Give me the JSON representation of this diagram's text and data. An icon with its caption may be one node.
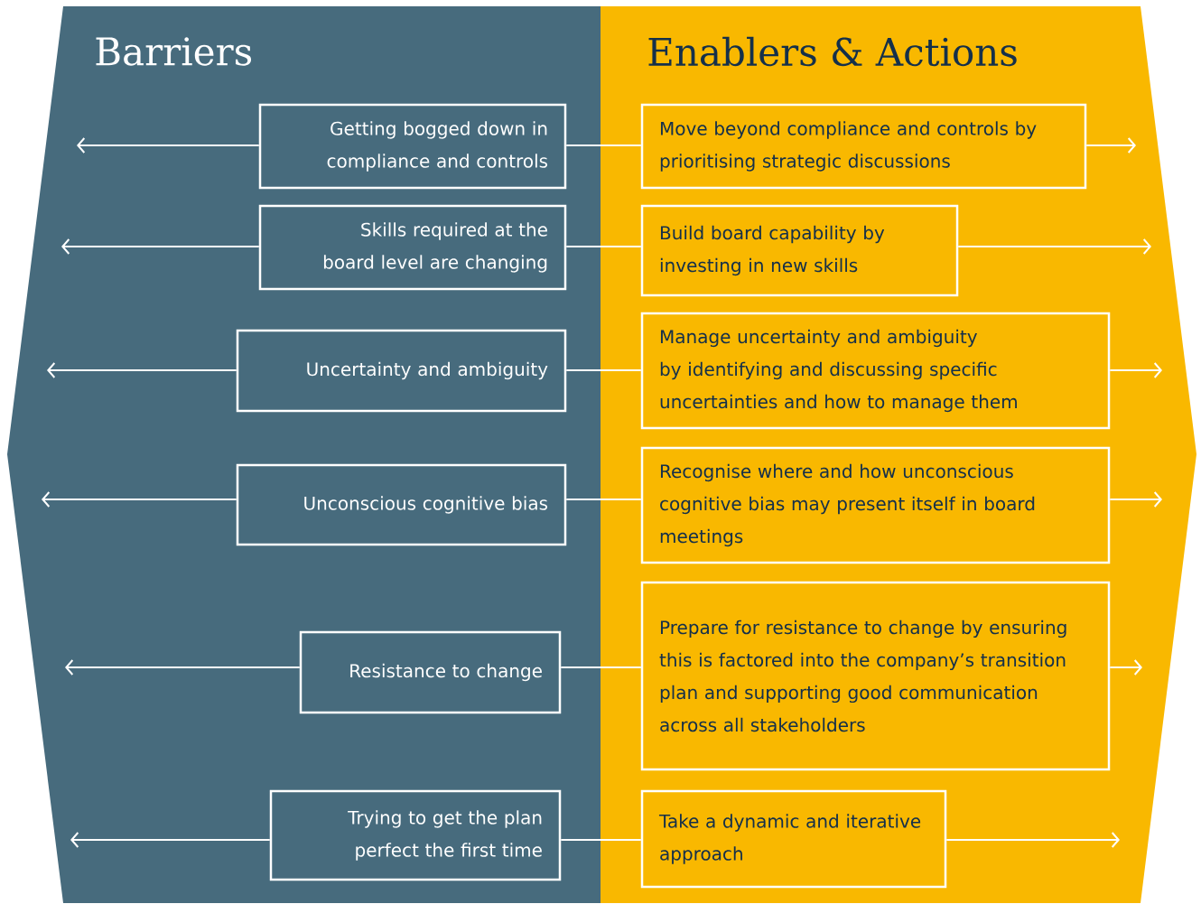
{
  "diagram": {
    "nodes": [
      {
        "text": [
          "Barriers"
        ]
      },
      {
        "text": [
          "Enablers & Actions"
        ]
      },
      {
        "text": [
          "Getting bogged down in compliance and controls"
        ],
        "in": 0
      },
      {
        "text": [
          "Move beyond compliance and controls by prioritising strategic discussions"
        ],
        "in": 1
      },
      {
        "text": [
          "Skills required at the board level are changing"
        ],
        "in": 0
      },
      {
        "text": [
          "Build board capability by investing in new skills"
        ],
        "in": 1
      },
      {
        "text": [
          "Uncertainty and ambiguity"
        ],
        "in": 0
      },
      {
        "text": [
          "Manage uncertainty and ambiguity by identifying and discussing specific uncertainties and how to manage them"
        ],
        "in": 1
      },
      {
        "text": [
          "Unconscious cognitive bias"
        ],
        "in": 0
      },
      {
        "text": [
          "Recognise where and how unconscious cognitive bias may present itself in board meetings"
        ],
        "in": 1
      },
      {
        "text": [
          "Resistance to change"
        ],
        "in": 0
      },
      {
        "text": [
          "Prepare for resistance to change by ensuring this is factored into the company’s transition plan and supporting good communication across all stakeholders"
        ],
        "in": 1
      },
      {
        "text": [
          "Trying to get the plan perfect the first time"
        ],
        "in": 0
      },
      {
        "text": [
          "Take a dynamic and iterative approach"
        ],
        "in": 1
      }
    ],
    "edges": [
      {
        "from": 2,
        "to": 3,
        "arrow": "none"
      },
      {
        "from": 2,
        "to": null,
        "arrow": "to"
      },
      {
        "from": 3,
        "to": null,
        "arrow": "to"
      },
      {
        "from": 4,
        "to": 5,
        "arrow": "none"
      },
      {
        "from": 4,
        "to": null,
        "arrow": "to"
      },
      {
        "from": 5,
        "to": null,
        "arrow": "to"
      },
      {
        "from": 6,
        "to": 7,
        "arrow": "none"
      },
      {
        "from": 6,
        "to": null,
        "arrow": "to"
      },
      {
        "from": 7,
        "to": null,
        "arrow": "to"
      },
      {
        "from": 8,
        "to": 9,
        "arrow": "none"
      },
      {
        "from": 8,
        "to": null,
        "arrow": "to"
      },
      {
        "from": 9,
        "to": null,
        "arrow": "to"
      },
      {
        "from": 10,
        "to": 11,
        "arrow": "none"
      },
      {
        "from": 10,
        "to": null,
        "arrow": "to"
      },
      {
        "from": 11,
        "to": null,
        "arrow": "to"
      },
      {
        "from": 12,
        "to": 13,
        "arrow": "none"
      },
      {
        "from": 12,
        "to": null,
        "arrow": "to"
      },
      {
        "from": 13,
        "to": null,
        "arrow": "to"
      }
    ]
  }
}
